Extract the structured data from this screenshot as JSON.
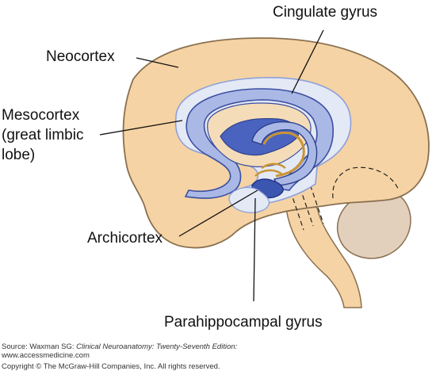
{
  "labels": {
    "cingulate": "Cingulate gyrus",
    "neocortex": "Neocortex",
    "meso_line1": "Mesocortex",
    "meso_line2": "(great limbic",
    "meso_line3": "lobe)",
    "archicortex": "Archicortex",
    "parahippocampal": "Parahippocampal gyrus"
  },
  "source": {
    "prefix": "Source: Waxman SG: ",
    "title": "Clinical Neuroanatomy: Twenty-Seventh Edition:",
    "site": "www.accessmedicine.com",
    "copyright": "Copyright © The McGraw-Hill Companies, Inc. All rights reserved."
  },
  "colors": {
    "neocortex": "#f5d3a4",
    "neocortex_outline": "#8a7050",
    "mesocortex": "#e4e9f6",
    "limbic_ring": "#aab8e6",
    "ring_outline": "#3a4fa0",
    "archicortex": "#3b56b0",
    "ventricle": "#4a63bf",
    "fornix": "#c99434",
    "cerebellum": "#e2d0bd"
  }
}
